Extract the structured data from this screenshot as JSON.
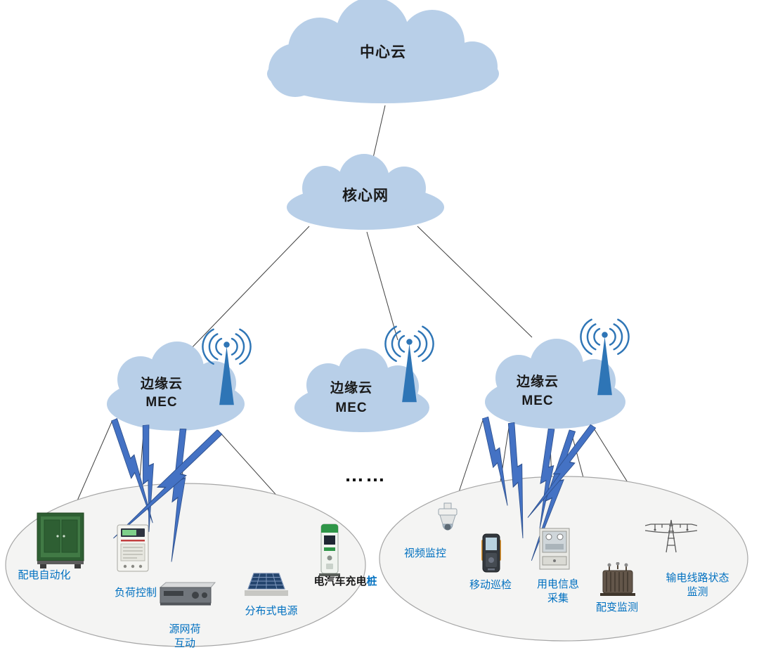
{
  "clouds": {
    "central": {
      "label": "中心云"
    },
    "core": {
      "label": "核心网"
    },
    "edges": [
      {
        "label": "边缘云",
        "sublabel": "MEC"
      },
      {
        "label": "边缘云",
        "sublabel": "MEC"
      },
      {
        "label": "边缘云",
        "sublabel": "MEC"
      }
    ]
  },
  "ellipsis": "……",
  "device_groups": {
    "left": {
      "devices": [
        {
          "name": "distribution-automation",
          "lines": [
            "配电自动化"
          ]
        },
        {
          "name": "load-control",
          "lines": [
            "负荷控制"
          ]
        },
        {
          "name": "source-grid-load-interaction",
          "lines": [
            "源网荷",
            "互动"
          ]
        },
        {
          "name": "distributed-generation",
          "lines": [
            "分布式电源"
          ]
        },
        {
          "name": "ev-charging-pile",
          "label_dark": "电汽车充电",
          "label_blue": "桩"
        }
      ]
    },
    "right": {
      "devices": [
        {
          "name": "video-surveillance",
          "lines": [
            "视频监控"
          ]
        },
        {
          "name": "mobile-inspection",
          "lines": [
            "移动巡检"
          ]
        },
        {
          "name": "power-consumption-info-collection",
          "lines": [
            "用电信息",
            "采集"
          ]
        },
        {
          "name": "transformer-monitoring",
          "lines": [
            "配变监测"
          ]
        },
        {
          "name": "transmission-line-status-monitoring",
          "lines": [
            "输电线路状态",
            "监测"
          ]
        }
      ]
    }
  },
  "colors": {
    "cloud_fill": "#b8cfe8",
    "antenna_blue": "#2e75b6",
    "bolt_fill": "#4472c4",
    "bolt_stroke": "#2f528f",
    "device_label_blue": "#0070c0",
    "group_ellipse_fill": "#f4f4f3",
    "group_ellipse_stroke": "#a6a6a6",
    "line_color": "#3f3f3f"
  }
}
